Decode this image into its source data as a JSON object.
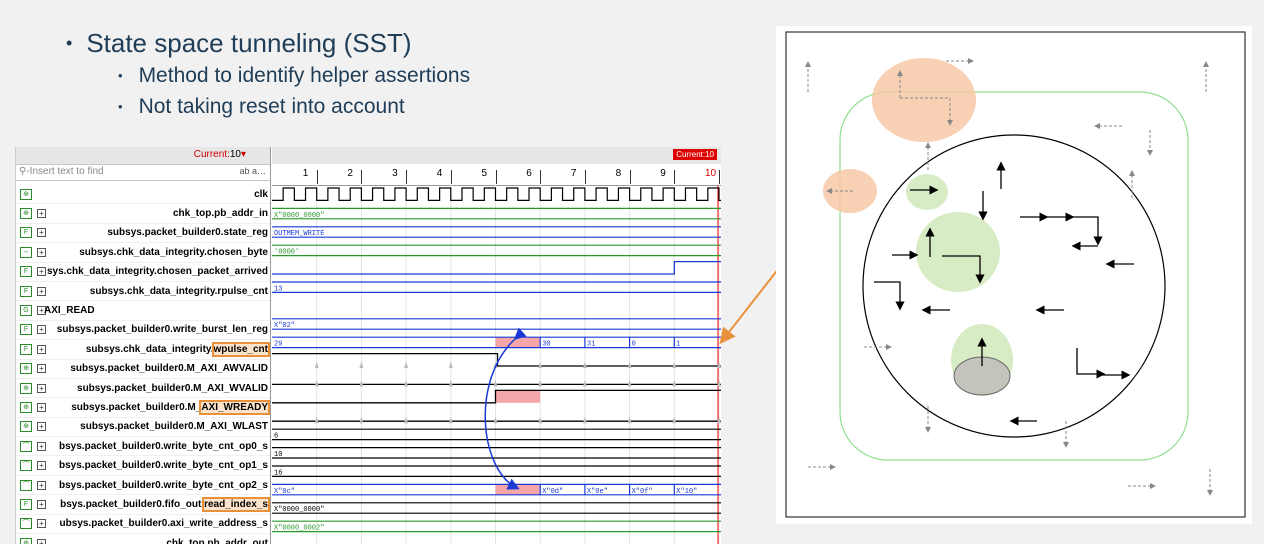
{
  "slide": {
    "bullet_main": "State space tunneling (SST)",
    "bullet_sub1": "Method to identify helper assertions",
    "bullet_sub2": "Not taking reset into account"
  },
  "waveform": {
    "current_label": "Current:",
    "current_value": "10",
    "search_placeholder": "Insert text to find",
    "search_options": "ab a…",
    "cursor_flag": "Current:10",
    "ticks": [
      "1",
      "2",
      "3",
      "4",
      "5",
      "6",
      "7",
      "8",
      "9",
      "10"
    ],
    "signals": [
      {
        "name": "clk",
        "icon": "clk"
      },
      {
        "name": "chk_top.pb_addr_in",
        "icon": "in",
        "value": "X\"0000_0000\""
      },
      {
        "name": "subsys.packet_builder0.state_reg",
        "icon": "reg",
        "value": "OUTMEM_WRITE"
      },
      {
        "name": "subsys.chk_data_integrity.chosen_byte",
        "icon": "wire",
        "value": "'0000'"
      },
      {
        "name": "sys.chk_data_integrity.chosen_packet_arrived",
        "icon": "reg"
      },
      {
        "name": "subsys.chk_data_integrity.rpulse_cnt",
        "icon": "reg",
        "value": "13"
      },
      {
        "name": "AXI_READ",
        "icon": "grp"
      },
      {
        "name": "subsys.packet_builder0.write_burst_len_reg",
        "icon": "reg",
        "value": "X\"02\""
      },
      {
        "name_a": "subsys.chk_data_integrity.",
        "name_b": "wpulse_cnt",
        "icon": "reg",
        "values": [
          "29",
          "30",
          "31",
          "0",
          "1"
        ]
      },
      {
        "name": "subsys.packet_builder0.M_AXI_AWVALID",
        "icon": "out"
      },
      {
        "name": "subsys.packet_builder0.M_AXI_WVALID",
        "icon": "out"
      },
      {
        "name_a": "subsys.packet_builder0.M_",
        "name_b": "AXI_WREADY",
        "icon": "in"
      },
      {
        "name": "subsys.packet_builder0.M_AXI_WLAST",
        "icon": "out"
      },
      {
        "name": "bsys.packet_builder0.write_byte_cnt_op0_s",
        "icon": "sig",
        "value": "6"
      },
      {
        "name": "bsys.packet_builder0.write_byte_cnt_op1_s",
        "icon": "sig",
        "value": "10"
      },
      {
        "name": "bsys.packet_builder0.write_byte_cnt_op2_s",
        "icon": "sig",
        "value": "16"
      },
      {
        "name_a": "bsys.packet_builder0.fifo_out.",
        "name_b": "read_index_s",
        "icon": "reg",
        "values": [
          "X\"0c\"",
          "X\"0d\"",
          "X\"0e\"",
          "X\"0f\"",
          "X\"10\""
        ]
      },
      {
        "name": "ubsys.packet_builder0.axi_write_address_s",
        "icon": "sig",
        "value": "X\"0000_0000\""
      },
      {
        "name": "chk_top.pb_addr_out",
        "icon": "out",
        "value": "X\"0000_0002\""
      }
    ]
  },
  "colors": {
    "accent_orange": "#e8903a",
    "bus_blue": "#1a3ad6",
    "bus_green": "#2a9a2a",
    "highlight_pink": "#f4a6aa",
    "text_dark_blue": "#1f3d57"
  }
}
